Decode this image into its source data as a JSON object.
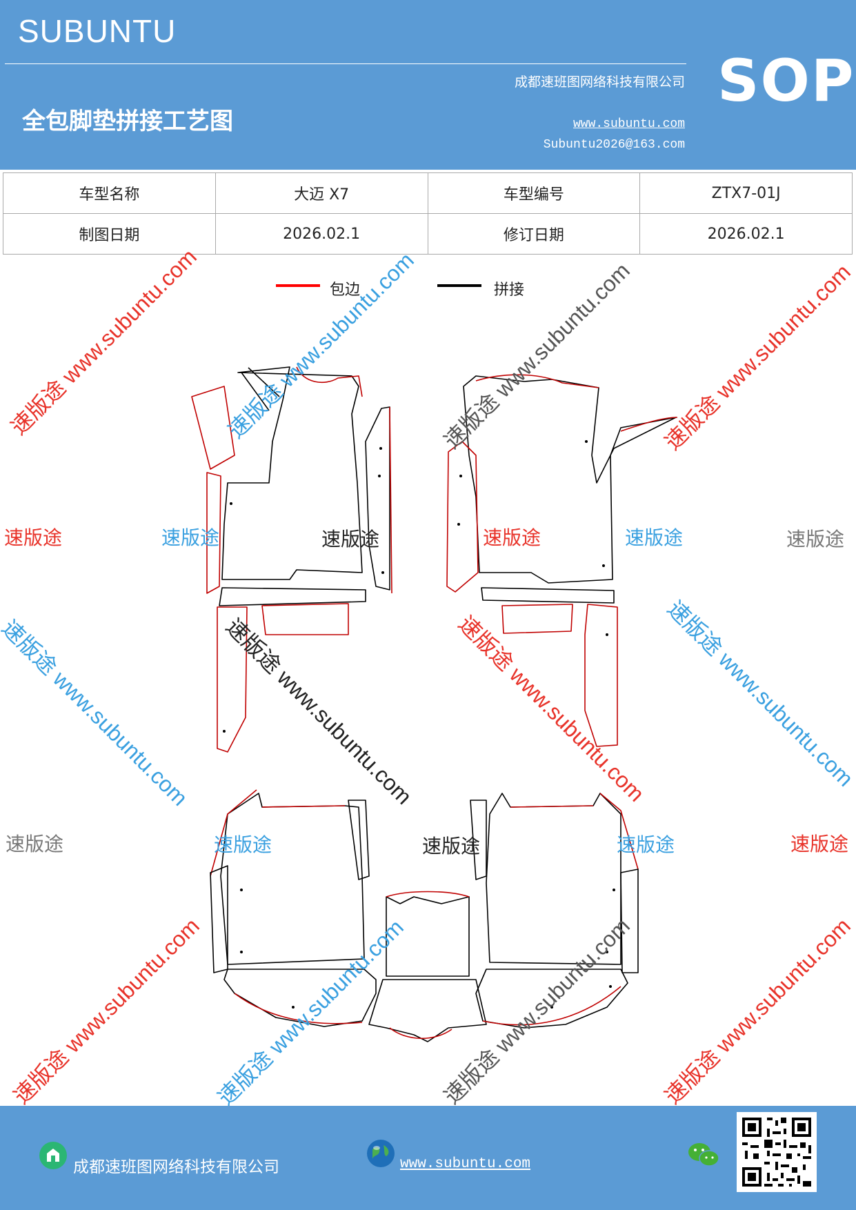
{
  "header": {
    "brand": "SUBUNTU",
    "company": "成都速班图网络科技有限公司",
    "title": "全包脚垫拼接工艺图",
    "website": "www.subuntu.com",
    "email": "Subuntu2026@163.com",
    "badge": "SOP"
  },
  "info_table": {
    "row1": {
      "label1": "车型名称",
      "value1": "大迈 X7",
      "label2": "车型编号",
      "value2": "ZTX7-01J"
    },
    "row2": {
      "label1": "制图日期",
      "value1": "2026.02.1",
      "label2": "修订日期",
      "value2": "2026.02.1"
    }
  },
  "legend": {
    "items": [
      {
        "label": "包边",
        "color": "#ff0000"
      },
      {
        "label": "拼接",
        "color": "#000000"
      }
    ]
  },
  "watermarks": {
    "brand_cn": "速版途",
    "diagonal": "速版途 www.subuntu.com",
    "colors": {
      "red": "#e8332a",
      "blue": "#3aa0e0",
      "gray": "#777777",
      "black": "#222222"
    }
  },
  "footer": {
    "company": "成都速班图网络科技有限公司",
    "website": "www.subuntu.com"
  }
}
